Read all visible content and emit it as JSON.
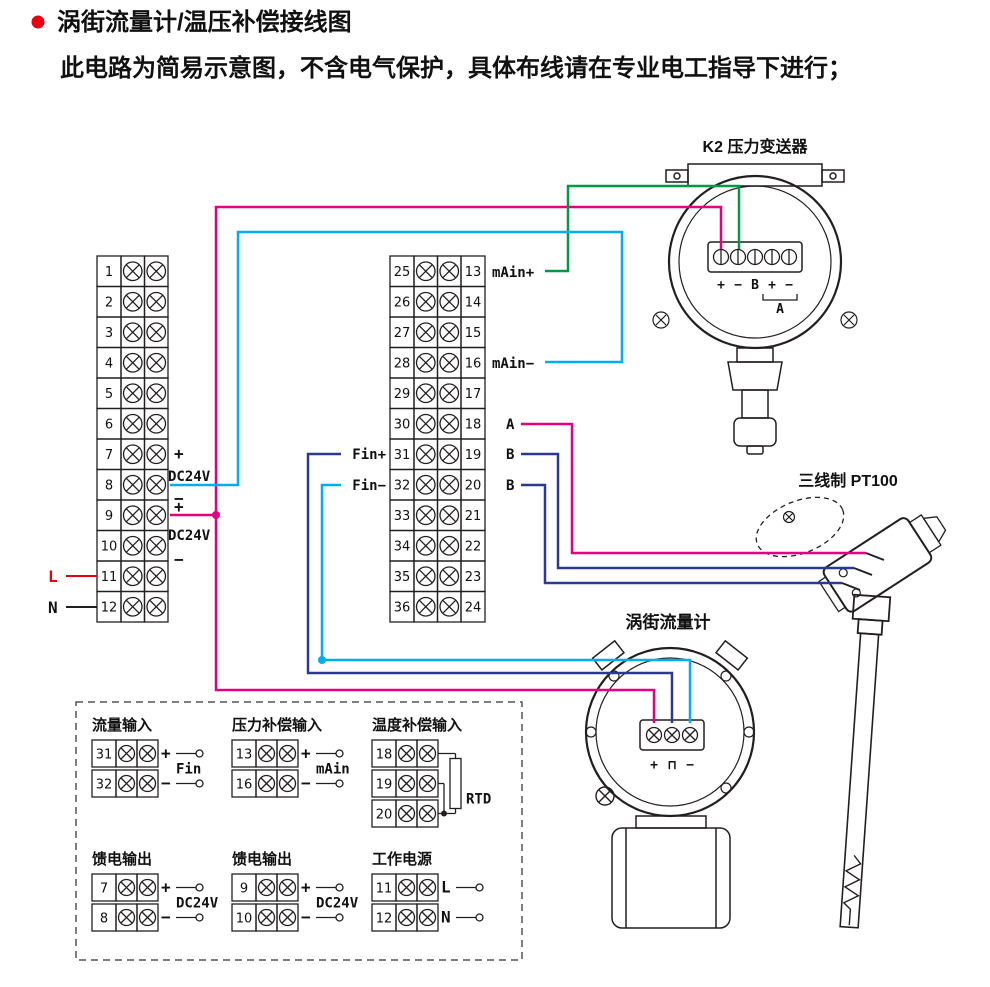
{
  "header": {
    "title": "涡街流量计/温压补偿接线图",
    "subtitle": "此电路为简易示意图，不含电气保护，具体布线请在专业电工指导下进行；"
  },
  "colors": {
    "magenta": "#e4007f",
    "cyan": "#00aeef",
    "green": "#009a44",
    "navy": "#2b3990",
    "red": "#e60012",
    "line": "#231f20"
  },
  "left_block": {
    "numbers": [
      "1",
      "2",
      "3",
      "4",
      "5",
      "6",
      "7",
      "8",
      "9",
      "10",
      "11",
      "12"
    ]
  },
  "middle_block": {
    "left_numbers": [
      "25",
      "26",
      "27",
      "28",
      "29",
      "30",
      "31",
      "32",
      "33",
      "34",
      "35",
      "36"
    ],
    "right_numbers": [
      "13",
      "14",
      "15",
      "16",
      "17",
      "18",
      "19",
      "20",
      "21",
      "22",
      "23",
      "24"
    ]
  },
  "block_labels": {
    "feed1_plus": "+",
    "feed1_name": "DC24V",
    "feed1_minus": "−",
    "feed2_plus": "+",
    "feed2_name": "DC24V",
    "feed2_minus": "−",
    "line_l": "L",
    "line_n": "N",
    "main_plus": "mAin+",
    "main_minus": "mAin−",
    "rtd_a": "A",
    "rtd_b1": "B",
    "rtd_b2": "B",
    "fin_plus": "Fin+",
    "fin_minus": "Fin−"
  },
  "transmitter": {
    "label": "K2 压力变送器",
    "terminals": [
      "+",
      "−",
      "B",
      "+",
      "−"
    ],
    "group_label": "A"
  },
  "pt100": {
    "label": "三线制 PT100"
  },
  "vortex": {
    "label": "涡街流量计",
    "terminals": [
      "+",
      "⊓",
      "−"
    ]
  },
  "legend": {
    "sections": [
      {
        "title": "流量输入",
        "style": "pair",
        "label": "Fin",
        "rows": [
          {
            "no": "31",
            "sign": "+"
          },
          {
            "no": "32",
            "sign": "−"
          }
        ]
      },
      {
        "title": "压力补偿输入",
        "style": "pair",
        "label": "mAin",
        "rows": [
          {
            "no": "13",
            "sign": "+"
          },
          {
            "no": "16",
            "sign": "−"
          }
        ]
      },
      {
        "title": "温度补偿输入",
        "style": "rtd",
        "label": "RTD",
        "rows": [
          {
            "no": "18"
          },
          {
            "no": "19"
          },
          {
            "no": "20"
          }
        ]
      },
      {
        "title": "馈电输出",
        "style": "pair",
        "label": "DC24V",
        "rows": [
          {
            "no": "7",
            "sign": "+"
          },
          {
            "no": "8",
            "sign": "−"
          }
        ]
      },
      {
        "title": "馈电输出",
        "style": "pair",
        "label": "DC24V",
        "rows": [
          {
            "no": "9",
            "sign": "+"
          },
          {
            "no": "10",
            "sign": "−"
          }
        ]
      },
      {
        "title": "工作电源",
        "style": "pair",
        "label": "",
        "rows": [
          {
            "no": "11",
            "sign": "L"
          },
          {
            "no": "12",
            "sign": "N"
          }
        ]
      }
    ]
  }
}
